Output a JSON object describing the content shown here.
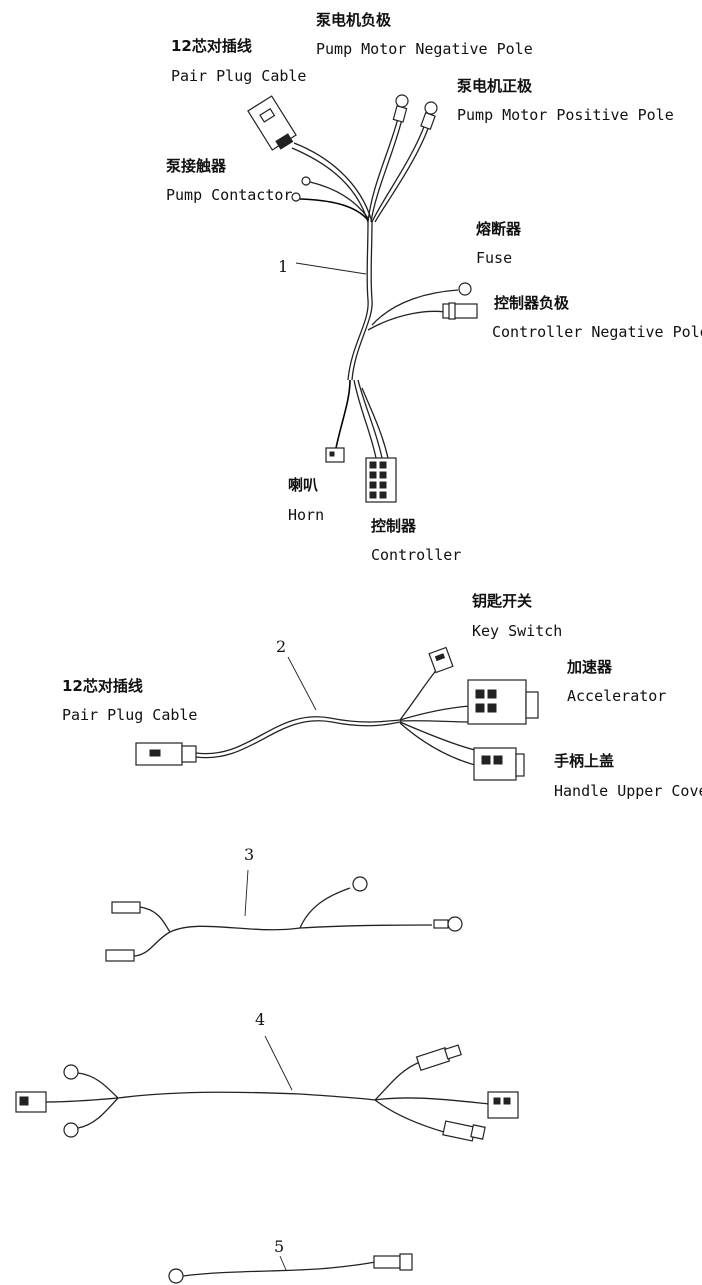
{
  "harness_1": {
    "number": "1",
    "pair_plug_cable": {
      "zh": "12芯对插线",
      "en": "Pair Plug Cable"
    },
    "pump_motor_negative": {
      "zh": "泵电机负极",
      "en": "Pump Motor Negative Pole"
    },
    "pump_motor_positive": {
      "zh": "泵电机正极",
      "en": "Pump Motor Positive  Pole"
    },
    "pump_contactor": {
      "zh": "泵接触器",
      "en": "Pump Contactor"
    },
    "fuse": {
      "zh": "熔断器",
      "en": "Fuse"
    },
    "controller_negative": {
      "zh": "控制器负极",
      "en": "Controller Negative Pole"
    },
    "horn": {
      "zh": "喇叭",
      "en": "Horn"
    },
    "controller": {
      "zh": "控制器",
      "en": "Controller"
    }
  },
  "harness_2": {
    "number": "2",
    "key_switch": {
      "zh": "钥匙开关",
      "en": "Key Switch"
    },
    "pair_plug_cable": {
      "zh": "12芯对插线",
      "en": "Pair Plug Cable"
    },
    "accelerator": {
      "zh": "加速器",
      "en": "Accelerator"
    },
    "handle_upper_cover": {
      "zh": "手柄上盖",
      "en": "Handle Upper Cover"
    }
  },
  "harness_3": {
    "number": "3"
  },
  "harness_4": {
    "number": "4"
  },
  "harness_5": {
    "number": "5"
  }
}
